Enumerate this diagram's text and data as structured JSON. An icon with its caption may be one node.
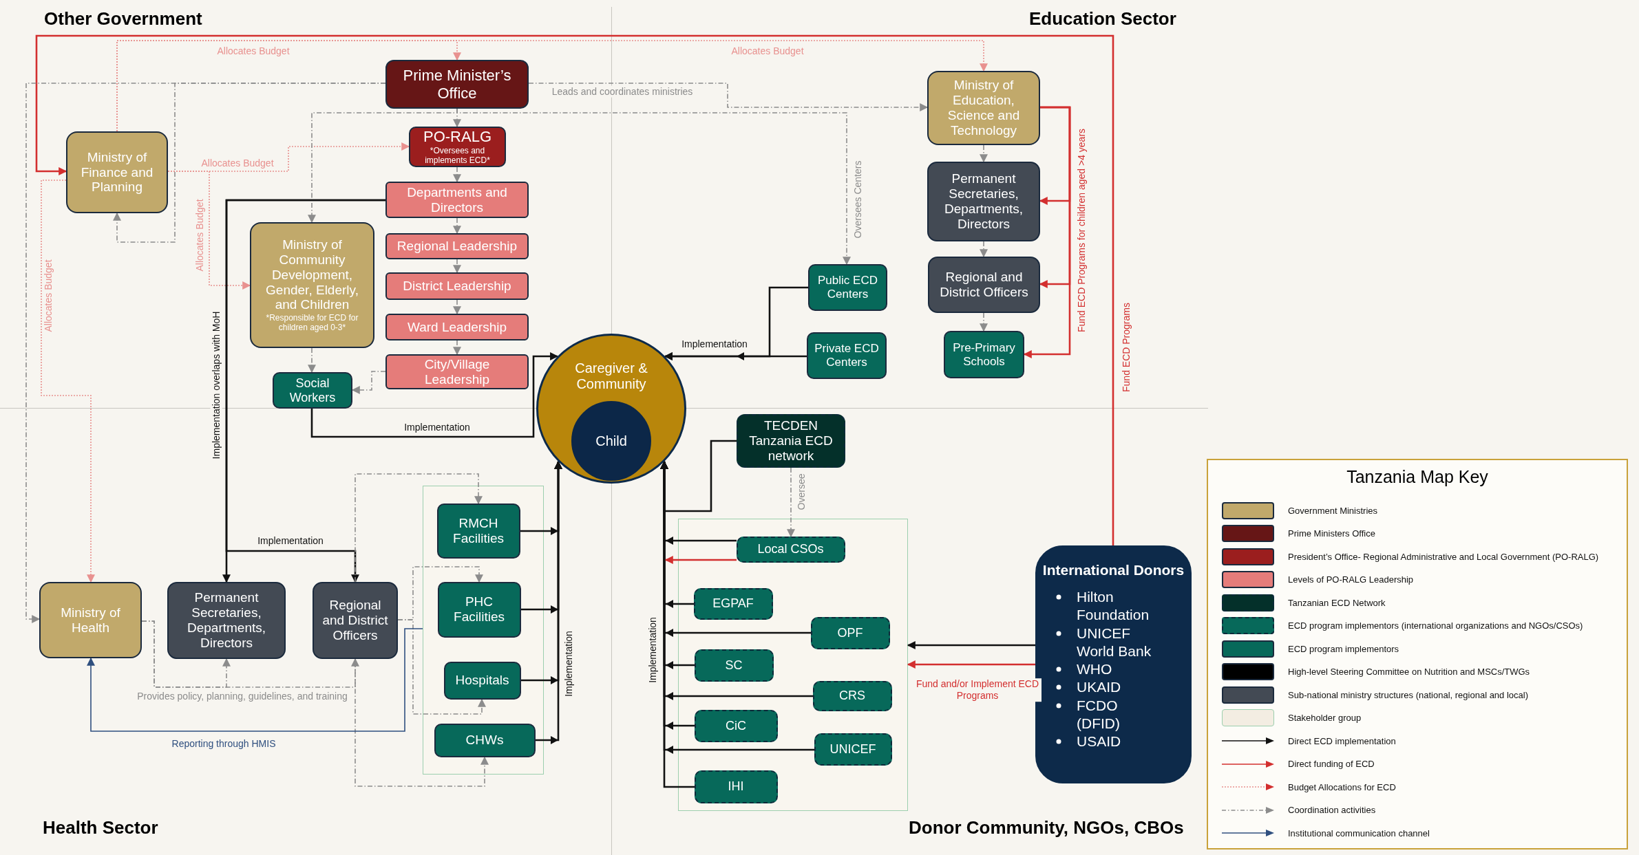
{
  "diagram": {
    "nodes": [
      {
        "text": [
          "Prime Minister’s Office"
        ]
      },
      {
        "text": [
          "PO-RALG",
          "*Oversees and implements ECD*"
        ]
      },
      {
        "text": [
          "Departments and Directors"
        ]
      },
      {
        "text": [
          "Regional Leadership"
        ]
      },
      {
        "text": [
          "District Leadership"
        ]
      },
      {
        "text": [
          "Ward Leadership"
        ]
      },
      {
        "text": [
          "City/Village Leadership"
        ]
      },
      {
        "text": [
          "Ministry of Finance and Planning"
        ]
      },
      {
        "text": [
          "Ministry of Community Development, Gender, Elderly, and Children",
          "*Responsible for ECD for children aged 0-3*"
        ]
      },
      {
        "text": [
          "Social Workers"
        ]
      },
      {
        "text": [
          "Caregiver & Community"
        ]
      },
      {
        "text": [
          "Child"
        ],
        "in": 10
      },
      {
        "text": [
          "Ministry of Education, Science and Technology"
        ]
      },
      {
        "text": [
          "Permanent Secretaries, Departments, Directors"
        ]
      },
      {
        "text": [
          "Regional and District Officers"
        ]
      },
      {
        "text": [
          "Pre-Primary Schools"
        ]
      },
      {
        "text": [
          "Public ECD Centers"
        ]
      },
      {
        "text": [
          "Private ECD Centers"
        ]
      },
      {
        "text": [
          "Ministry of Health"
        ]
      },
      {
        "text": [
          "Permanent Secretaries, Departments, Directors"
        ]
      },
      {
        "text": [
          "Regional and District Officers"
        ]
      },
      {
        "text": [],
        "shape": "box"
      },
      {
        "text": [
          "RMCH Facilities"
        ],
        "in": 21
      },
      {
        "text": [
          "PHC Facilities"
        ],
        "in": 21
      },
      {
        "text": [
          "Hospitals"
        ],
        "in": 21
      },
      {
        "text": [
          "CHWs"
        ],
        "in": 21
      },
      {
        "text": [
          "TECDEN Tanzania ECD network"
        ]
      },
      {
        "text": [],
        "shape": "box"
      },
      {
        "text": [
          "Local CSOs"
        ],
        "in": 27
      },
      {
        "text": [
          "EGPAF"
        ],
        "in": 27
      },
      {
        "text": [
          "OPF"
        ],
        "in": 27
      },
      {
        "text": [
          "SC"
        ],
        "in": 27
      },
      {
        "text": [
          "CRS"
        ],
        "in": 27
      },
      {
        "text": [
          "CiC"
        ],
        "in": 27
      },
      {
        "text": [
          "UNICEF"
        ],
        "in": 27
      },
      {
        "text": [
          "IHI"
        ],
        "in": 27
      },
      {
        "text": [
          "International Donors",
          "Hilton Foundation",
          "UNICEF World Bank",
          "WHO",
          "UKAID",
          "FCDO (DFID)",
          "USAID"
        ]
      }
    ],
    "edges": [
      {
        "from": 7,
        "to": 0,
        "arrow": "to",
        "label": "Allocates Budget",
        "style": "dashed",
        "color": "#e8918f"
      },
      {
        "from": 7,
        "to": 12,
        "arrow": "to",
        "label": "Allocates Budget",
        "style": "dashed",
        "color": "#e8918f"
      },
      {
        "from": 7,
        "to": 1,
        "arrow": "to",
        "label": "Allocates Budget",
        "style": "dashed",
        "color": "#e8918f"
      },
      {
        "from": 7,
        "to": 8,
        "arrow": "to",
        "label": "Allocates Budget",
        "style": "dashed",
        "color": "#e8918f"
      },
      {
        "from": 7,
        "to": 18,
        "arrow": "to",
        "label": "Allocates Budget",
        "style": "dashed",
        "color": "#e8918f"
      },
      {
        "from": 36,
        "to": 7,
        "arrow": "to",
        "label": "Fund ECD Programs",
        "color": "#d32f2f"
      },
      {
        "from": 0,
        "to": 1,
        "arrow": "to",
        "style": "dashed",
        "color": "#8c8c8c"
      },
      {
        "from": 1,
        "to": 2,
        "arrow": "to",
        "style": "dashed",
        "color": "#8c8c8c"
      },
      {
        "from": 2,
        "to": 3,
        "arrow": "to",
        "style": "dashed",
        "color": "#8c8c8c"
      },
      {
        "from": 3,
        "to": 4,
        "arrow": "to",
        "style": "dashed",
        "color": "#8c8c8c"
      },
      {
        "from": 4,
        "to": 5,
        "arrow": "to",
        "style": "dashed",
        "color": "#8c8c8c"
      },
      {
        "from": 5,
        "to": 6,
        "arrow": "to",
        "style": "dashed",
        "color": "#8c8c8c"
      },
      {
        "from": 6,
        "to": 9,
        "arrow": "to",
        "style": "dashed",
        "color": "#8c8c8c"
      },
      {
        "from": 8,
        "to": 9,
        "arrow": "to",
        "style": "dashed",
        "color": "#8c8c8c"
      },
      {
        "from": 0,
        "to": 7,
        "arrow": "to",
        "style": "dashed",
        "color": "#8c8c8c"
      },
      {
        "from": 0,
        "to": 18,
        "arrow": "to",
        "style": "dashed",
        "color": "#8c8c8c"
      },
      {
        "from": 0,
        "to": 8,
        "arrow": "to",
        "style": "dashed",
        "color": "#8c8c8c"
      },
      {
        "from": 0,
        "to": 16,
        "arrow": "to",
        "label": "Oversees Centers",
        "style": "dashed",
        "color": "#8c8c8c"
      },
      {
        "from": 0,
        "to": 12,
        "arrow": "to",
        "label": "Leads and coordinates ministries",
        "style": "dashed",
        "color": "#8c8c8c"
      },
      {
        "from": 12,
        "to": 13,
        "arrow": "to",
        "style": "dashed",
        "color": "#8c8c8c"
      },
      {
        "from": 13,
        "to": 14,
        "arrow": "to",
        "style": "dashed",
        "color": "#8c8c8c"
      },
      {
        "from": 14,
        "to": 15,
        "arrow": "to",
        "style": "dashed",
        "color": "#8c8c8c"
      },
      {
        "from": 12,
        "to": 13,
        "arrow": "to",
        "label": "Fund ECD Programs for children aged >4 years",
        "color": "#d32f2f"
      },
      {
        "from": 12,
        "to": 14,
        "arrow": "to",
        "color": "#d32f2f"
      },
      {
        "from": 12,
        "to": 15,
        "arrow": "to",
        "color": "#d32f2f"
      },
      {
        "from": 16,
        "to": 10,
        "arrow": "to",
        "color": "#111111"
      },
      {
        "from": 17,
        "to": 10,
        "arrow": "to",
        "label": "Implementation",
        "color": "#111111"
      },
      {
        "from": 9,
        "to": 10,
        "arrow": "to",
        "label": "Implementation",
        "color": "#111111"
      },
      {
        "from": 2,
        "to": 19,
        "arrow": "to",
        "label": "Implementation overlaps with MoH",
        "color": "#111111"
      },
      {
        "from": 2,
        "to": 20,
        "arrow": "to",
        "label": "Implementation",
        "color": "#111111"
      },
      {
        "from": 18,
        "to": 19,
        "arrow": "to",
        "label": "Provides policy, planning, guidelines, and training",
        "style": "dashed",
        "color": "#8c8c8c"
      },
      {
        "from": 18,
        "to": 20,
        "arrow": "to",
        "style": "dashed",
        "color": "#8c8c8c"
      },
      {
        "from": 20,
        "to": 22,
        "arrow": "to",
        "style": "dashed",
        "color": "#8c8c8c"
      },
      {
        "from": 20,
        "to": 25,
        "arrow": "to",
        "style": "dashed",
        "color": "#8c8c8c"
      },
      {
        "from": 20,
        "to": 23,
        "arrow": "to",
        "style": "dashed",
        "color": "#8c8c8c"
      },
      {
        "from": 20,
        "to": 24,
        "arrow": "to",
        "style": "dashed",
        "color": "#8c8c8c"
      },
      {
        "from": 21,
        "to": 18,
        "arrow": "to",
        "label": "Reporting through HMIS",
        "color": "#2f4f7f"
      },
      {
        "from": 22,
        "to": 10,
        "arrow": "to",
        "color": "#111111"
      },
      {
        "from": 23,
        "to": 10,
        "arrow": "to",
        "color": "#111111"
      },
      {
        "from": 24,
        "to": 10,
        "arrow": "to",
        "color": "#111111"
      },
      {
        "from": 25,
        "to": 10,
        "arrow": "to",
        "label": "Implementation",
        "color": "#111111"
      },
      {
        "from": 26,
        "to": 10,
        "arrow": "to",
        "color": "#111111"
      },
      {
        "from": 26,
        "to": 28,
        "arrow": "to",
        "label": "Oversee",
        "style": "dashed",
        "color": "#8c8c8c"
      },
      {
        "from": 28,
        "to": 10,
        "arrow": "to",
        "color": "#111111"
      },
      {
        "from": 29,
        "to": 10,
        "arrow": "to",
        "color": "#111111"
      },
      {
        "from": 30,
        "to": 10,
        "arrow": "to",
        "color": "#111111"
      },
      {
        "from": 31,
        "to": 10,
        "arrow": "to",
        "label": "Implementation",
        "color": "#111111"
      },
      {
        "from": 32,
        "to": 10,
        "arrow": "to",
        "color": "#111111"
      },
      {
        "from": 33,
        "to": 10,
        "arrow": "to",
        "color": "#111111"
      },
      {
        "from": 34,
        "to": 10,
        "arrow": "to",
        "color": "#111111"
      },
      {
        "from": 35,
        "to": 10,
        "arrow": "to",
        "color": "#111111"
      },
      {
        "from": 28,
        "to": null,
        "arrow": "to",
        "color": "#d32f2f"
      },
      {
        "from": 36,
        "to": 27,
        "arrow": "to",
        "color": "#111111"
      },
      {
        "from": 36,
        "to": 27,
        "arrow": "to",
        "label": "Fund and/or Implement ECD Programs",
        "color": "#d32f2f"
      }
    ],
    "labels": [
      "Other Government",
      "Education Sector",
      "Health Sector",
      "Donor Community, NGOs, CBOs",
      "Tanzania Map Key"
    ],
    "legend": [
      {
        "text": "Government Ministries",
        "color": "#c1a96b"
      },
      {
        "text": "Prime Ministers Office",
        "color": "#661616"
      },
      {
        "text": "President’s Office- Regional Administrative and Local Government (PO-RALG)",
        "color": "#9b1e1e"
      },
      {
        "text": "Levels of PO-RALG Leadership",
        "color": "#e57c7a"
      },
      {
        "text": "Tanzanian ECD Network",
        "color": "#04302a"
      },
      {
        "text": "ECD program implementors (international organizations and NGOs/CSOs)",
        "color": "#07695a"
      },
      {
        "text": "ECD program implementors",
        "color": "#07695a"
      },
      {
        "text": "High-level Steering Committee on Nutrition and MSCs/TWGs",
        "color": "#000000"
      },
      {
        "text": "Sub-national ministry structures (national, regional and local)",
        "color": "#434a54"
      },
      {
        "text": "Stakeholder group",
        "color": "#f3ede2"
      },
      {
        "text": "Direct ECD implementation"
      },
      {
        "text": "Direct funding of ECD"
      },
      {
        "text": "Budget Allocations for ECD"
      },
      {
        "text": "Coordination activities"
      },
      {
        "text": "Institutional communication channel"
      }
    ]
  }
}
